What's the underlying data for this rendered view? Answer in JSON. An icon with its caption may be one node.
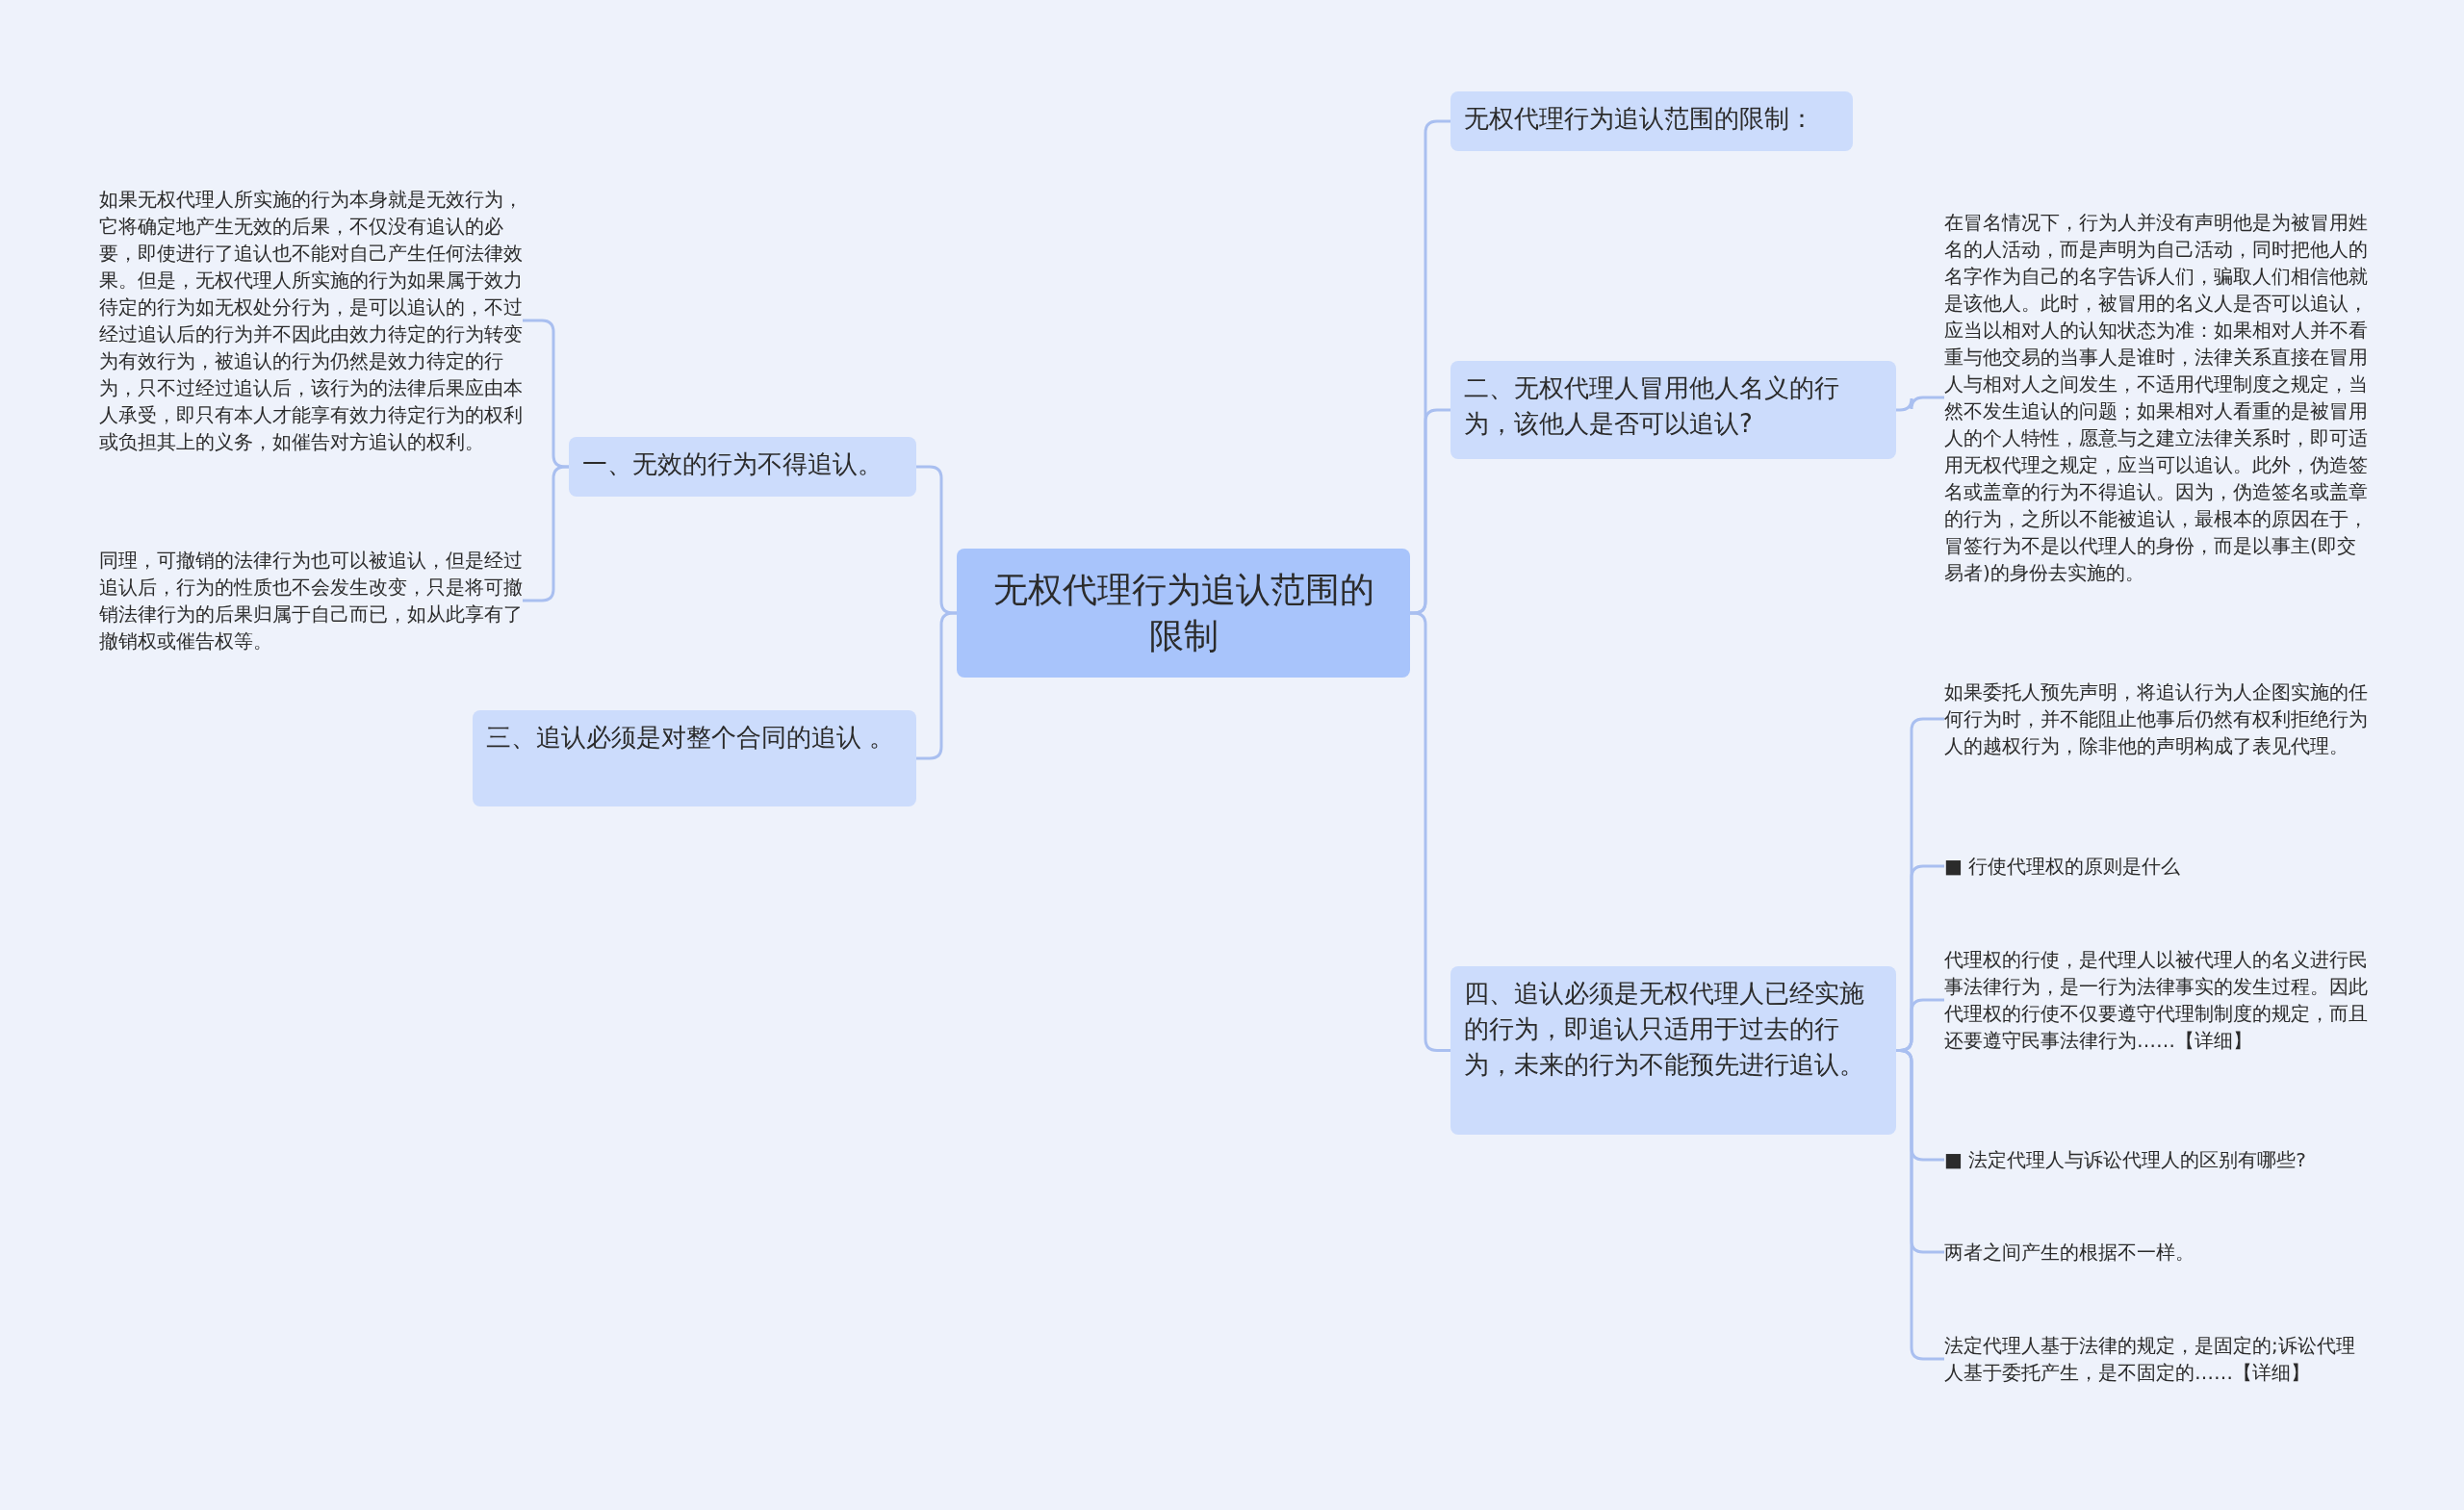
{
  "diagram": {
    "nodes": [
      {
        "text": [
          "无权代理行为追认范围的限制"
        ]
      },
      {
        "text": [
          "一、无效的行为不得追认。"
        ]
      },
      {
        "text": [
          "如果无权代理人所实施的行为本身就是无效行为，它将确定地产生无效的后果，不仅没有追认的必要，即使进行了追认也不能对自己产生任何法律效果。但是，无权代理人所实施的行为如果属于效力待定的行为如无权处分行为，是可以追认的，不过经过追认后的行为并不因此由效力待定的行为转变为有效行为，被追认的行为仍然是效力待定的行为，只不过经过追认后，该行为的法律后果应由本人承受，即只有本人才能享有效力待定行为的权利或负担其上的义务，如催告对方追认的权利。"
        ]
      },
      {
        "text": [
          "同理，可撤销的法律行为也可以被追认，但是经过追认后，行为的性质也不会发生改变，只是将可撤销法律行为的后果归属于自己而已，如从此享有了撤销权或催告权等。"
        ]
      },
      {
        "text": [
          "三、追认必须是对整个合同的追认 。"
        ]
      },
      {
        "text": [
          "无权代理行为追认范围的限制："
        ]
      },
      {
        "text": [
          "二、无权代理人冒用他人名义的行为，该他人是否可以追认?"
        ]
      },
      {
        "text": [
          "在冒名情况下，行为人并没有声明他是为被冒用姓名的人活动，而是声明为自己活动，同时把他人的名字作为自己的名字告诉人们，骗取人们相信他就是该他人。此时，被冒用的名义人是否可以追认，应当以相对人的认知状态为准：如果相对人并不看重与他交易的当事人是谁时，法律关系直接在冒用人与相对人之间发生，不适用代理制度之规定，当然不发生追认的问题；如果相对人看重的是被冒用人的个人特性，愿意与之建立法律关系时，即可适用无权代理之规定，应当可以追认。此外，伪造签名或盖章的行为不得追认。因为，伪造签名或盖章的行为，之所以不能被追认，最根本的原因在于，冒签行为不是以代理人的身份，而是以事主(即交易者)的身份去实施的。"
        ]
      },
      {
        "text": [
          "四、追认必须是无权代理人已经实施的行为，即追认只适用于过去的行为，未来的行为不能预先进行追认。"
        ]
      },
      {
        "text": [
          "如果委托人预先声明，将追认行为人企图实施的任何行为时，并不能阻止他事后仍然有权利拒绝行为人的越权行为，除非他的声明构成了表见代理。"
        ]
      },
      {
        "text": [
          "■ 行使代理权的原则是什么"
        ]
      },
      {
        "text": [
          "代理权的行使，是代理人以被代理人的名义进行民事法律行为，是一行为法律事实的发生过程。因此代理权的行使不仅要遵守代理制制度的规定，而且还要遵守民事法律行为……【详细】"
        ]
      },
      {
        "text": [
          "■ 法定代理人与诉讼代理人的区别有哪些?"
        ]
      },
      {
        "text": [
          "两者之间产生的根据不一样。"
        ]
      },
      {
        "text": [
          "法定代理人基于法律的规定，是固定的;诉讼代理人基于委托产生，是不固定的……【详细】"
        ]
      }
    ],
    "edges": [
      {
        "from": 0,
        "to": 1,
        "arrow": "none"
      },
      {
        "from": 0,
        "to": 4,
        "arrow": "none"
      },
      {
        "from": 1,
        "to": 2,
        "arrow": "none"
      },
      {
        "from": 1,
        "to": 3,
        "arrow": "none"
      },
      {
        "from": 0,
        "to": 5,
        "arrow": "none"
      },
      {
        "from": 0,
        "to": 6,
        "arrow": "none"
      },
      {
        "from": 0,
        "to": 8,
        "arrow": "none"
      },
      {
        "from": 6,
        "to": 7,
        "arrow": "none"
      },
      {
        "from": 8,
        "to": 9,
        "arrow": "none"
      },
      {
        "from": 8,
        "to": 10,
        "arrow": "none"
      },
      {
        "from": 8,
        "to": 11,
        "arrow": "none"
      },
      {
        "from": 8,
        "to": 12,
        "arrow": "none"
      },
      {
        "from": 8,
        "to": 13,
        "arrow": "none"
      },
      {
        "from": 8,
        "to": 14,
        "arrow": "none"
      }
    ]
  }
}
